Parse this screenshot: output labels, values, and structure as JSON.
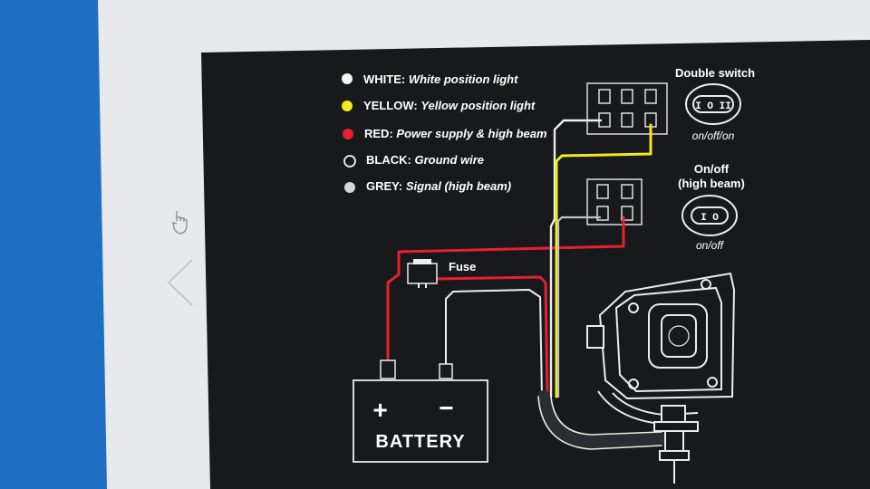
{
  "colors": {
    "desktop": "#1e6fc4",
    "page": "#e7e9ec",
    "panel": "#17191c",
    "white_wire": "#ececec",
    "yellow_wire": "#f2ea1a",
    "red_wire": "#e8202c",
    "grey_wire": "#bfc3c7"
  },
  "legend": [
    {
      "key": "WHITE:",
      "value": "White position light",
      "dot": "#f4f4f4",
      "ring": false
    },
    {
      "key": "YELLOW:",
      "value": "Yellow position light",
      "dot": "#f2ea1a",
      "ring": false
    },
    {
      "key": "RED:",
      "value": "Power supply & high beam",
      "dot": "#e8202c",
      "ring": false
    },
    {
      "key": "BLACK:",
      "value": "Ground wire",
      "dot": "#17191c",
      "ring": true
    },
    {
      "key": "GREY:",
      "value": "Signal (high beam)",
      "dot": "#d4d6d9",
      "ring": false
    }
  ],
  "double_switch": {
    "title": "Double switch",
    "symbol": "I O II",
    "caption": "on/off/on"
  },
  "onoff_switch": {
    "title_line1": "On/off",
    "title_line2": "(high beam)",
    "symbol": "I   O",
    "caption": "on/off"
  },
  "fuse": {
    "label": "Fuse"
  },
  "battery": {
    "label": "BATTERY",
    "plus": "+",
    "minus": "−"
  },
  "icons": {
    "cursor": "hand-cursor-icon",
    "nav": "chevron-left-icon"
  }
}
